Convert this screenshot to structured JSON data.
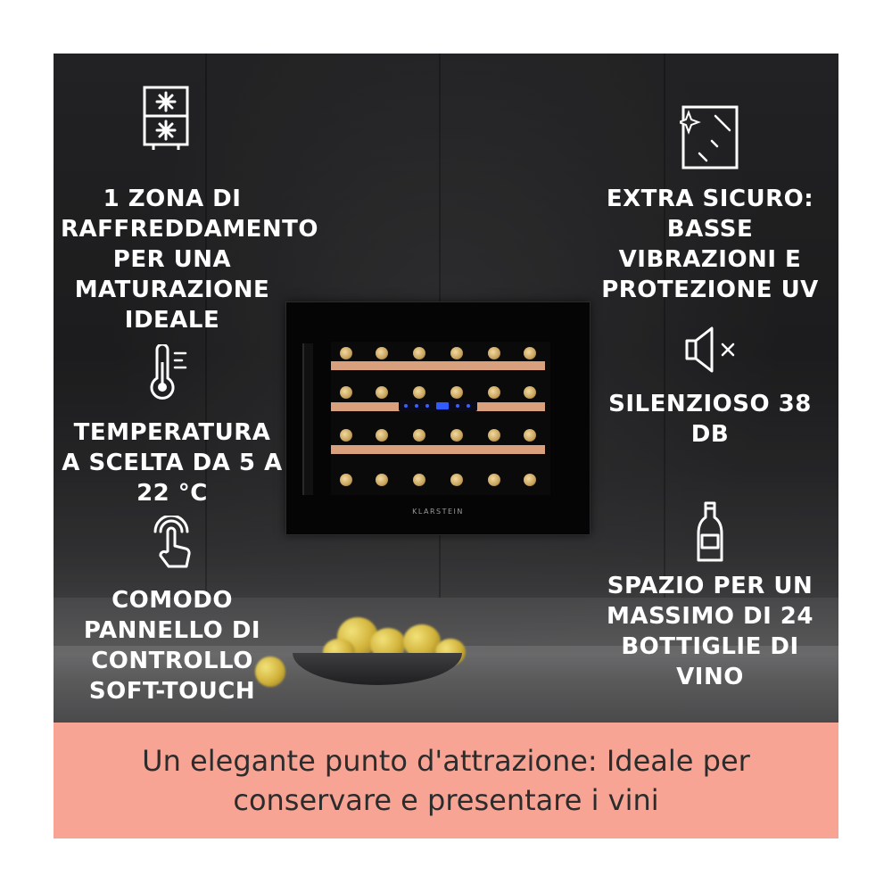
{
  "features": {
    "cooling_zone": "1 ZONA DI RAFFREDDAMENTO PER UNA MATURAZIONE IDEALE",
    "temperature": "TEMPERATURA A SCELTA DA 5 A 22 °C",
    "control_panel": "COMODO PANNELLO DI CONTROLLO SOFT-TOUCH",
    "safety": "EXTRA SICURO: BASSE VIBRAZIONI E PROTEZIONE UV",
    "silence": "SILENZIOSO 38 DB",
    "capacity": "SPAZIO PER UN MASSIMO DI 24 BOTTIGLIE DI VINO"
  },
  "product": {
    "brand": "KLARSTEIN"
  },
  "footer": {
    "tagline": "Un elegante punto d'attrazione: Ideale per conservare e presentare i vini"
  },
  "colors": {
    "footer_background": "#f7a494",
    "text_light": "#ffffff",
    "text_dark": "#2c2c2c",
    "shelf_wood": "#d9a07d"
  },
  "icons": [
    "two-zone-snowflake-icon",
    "thermometer-icon",
    "touch-hand-icon",
    "glass-panel-icon",
    "speaker-mute-icon",
    "wine-bottle-icon"
  ]
}
